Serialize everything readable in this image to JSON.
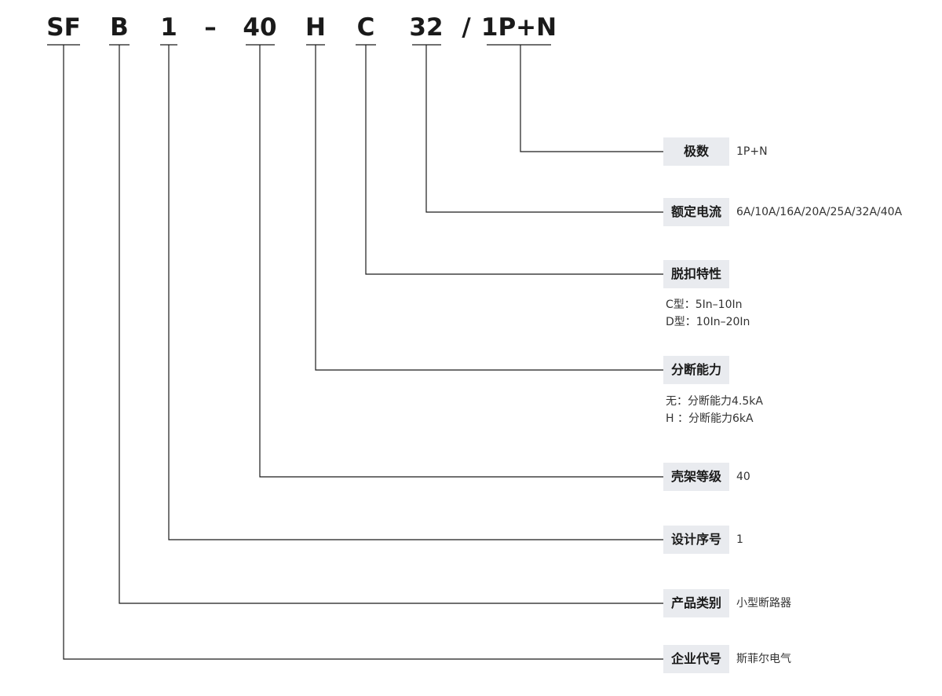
{
  "code_segments": [
    "SF",
    "B",
    "1",
    "–",
    "40",
    "H",
    "C",
    "32",
    "/",
    "1P+N"
  ],
  "fields": {
    "poles": {
      "label": "极数",
      "value": "1P+N"
    },
    "rated_current": {
      "label": "额定电流",
      "value": "6A/10A/16A/20A/25A/32A/40A"
    },
    "trip_characteristic": {
      "label": "脱扣特性",
      "values": [
        "C型：5In–10In",
        "D型：10In–20In"
      ]
    },
    "breaking_capacity": {
      "label": "分断能力",
      "values": [
        "无：分断能力4.5kA",
        "H ：分断能力6kA"
      ]
    },
    "frame_rating": {
      "label": "壳架等级",
      "value": "40"
    },
    "design_number": {
      "label": "设计序号",
      "value": "1"
    },
    "product_category": {
      "label": "产品类别",
      "value": "小型断路器"
    },
    "company_code": {
      "label": "企业代号",
      "value": "斯菲尔电气"
    }
  },
  "colors": {
    "line": "#1a1a1a",
    "label_background": "#e9ebef",
    "text": "#1a1a1a"
  }
}
